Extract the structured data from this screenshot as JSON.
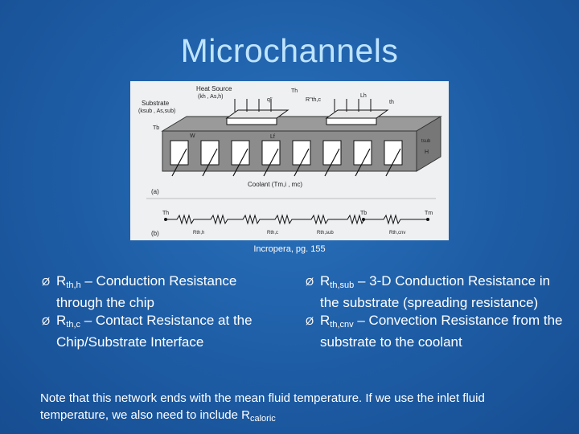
{
  "slide": {
    "title": "Microchannels",
    "caption": "Incropera, pg. 155"
  },
  "figure": {
    "label_heat_source": "Heat Source",
    "label_heat_source_props": "(kh , As,h)",
    "label_substrate": "Substrate",
    "label_substrate_props": "(ksub , As,sub)",
    "label_q": "q''",
    "label_th_top": "Th",
    "label_rthc_top": "R''th,c",
    "label_lh": "Lh",
    "label_th_right": "th",
    "label_tb": "Tb",
    "label_w": "W",
    "label_lf": "Lf",
    "label_tsub": "tsub",
    "label_h": "H",
    "label_coolant": "Coolant (Tm,i , mc)",
    "label_a": "(a)",
    "label_b": "(b)",
    "label_th_net": "Th",
    "label_tb_net": "Tb",
    "label_tm_net": "Tm",
    "label_r_thh": "Rth,h",
    "label_r_thc": "Rth,c",
    "label_r_thsub": "Rth,sub",
    "label_r_thcnv": "Rth,cnv"
  },
  "left_bullets": [
    {
      "pre": "R",
      "sub": "th,h",
      "text": " – Conduction Resistance through the chip"
    },
    {
      "pre": "R",
      "sub": "th,c",
      "text": " – Contact Resistance at the Chip/Substrate Interface"
    }
  ],
  "right_bullets": [
    {
      "pre": "R",
      "sub": "th,sub",
      "text": " – 3-D Conduction Resistance in the substrate (spreading resistance)"
    },
    {
      "pre": "R",
      "sub": "th,cnv",
      "text": " – Convection Resistance from the substrate to the coolant"
    }
  ],
  "note": {
    "text": "Note that this network ends with the mean fluid temperature. If we use the inlet fluid temperature, we also need to include R",
    "sub": "caloric"
  },
  "bullet_glyph": "Ø"
}
